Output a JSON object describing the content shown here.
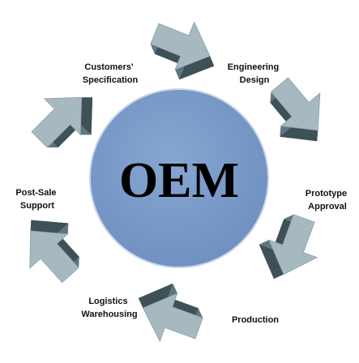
{
  "center": {
    "label": "OEM",
    "color": "#7b9bc9",
    "stroke": "#c6d4ea"
  },
  "arrow_colors": {
    "front": "#a6b9c0",
    "side": "#5f7680",
    "dark": "#3e5058"
  },
  "steps": [
    {
      "id": "customers-specification",
      "lines": [
        "Customers'",
        "Specification"
      ]
    },
    {
      "id": "engineering-design",
      "lines": [
        "Engineering",
        "Design"
      ]
    },
    {
      "id": "prototype-approval",
      "lines": [
        "Prototype",
        "Approval"
      ]
    },
    {
      "id": "production",
      "lines": [
        "Production"
      ]
    },
    {
      "id": "logistics-warehousing",
      "lines": [
        "Logistics",
        "Warehousing"
      ]
    },
    {
      "id": "post-sale-support",
      "lines": [
        "Post-Sale",
        "Support"
      ]
    }
  ]
}
